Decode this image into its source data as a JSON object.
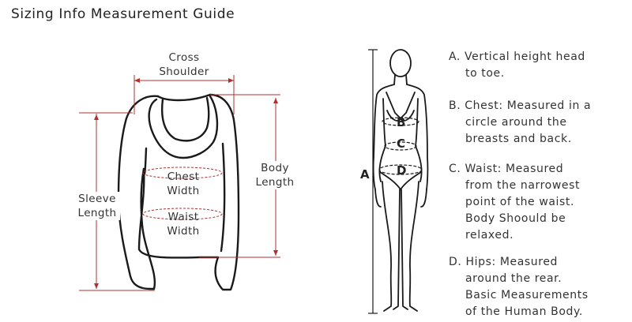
{
  "title": "Sizing Info Measurement Guide",
  "garment_labels": {
    "cross_shoulder": [
      "Cross",
      "Shoulder"
    ],
    "body_length": [
      "Body",
      "Length"
    ],
    "sleeve_length": [
      "Sleeve",
      "Length"
    ],
    "chest_width": [
      "Chest",
      "Width"
    ],
    "waist_width": [
      "Waist",
      "Width"
    ]
  },
  "figure_letters": {
    "a": "A",
    "b": "B",
    "c": "C",
    "d": "D"
  },
  "legend": {
    "a": [
      "A. Vertical height head",
      "to toe."
    ],
    "b": [
      "B. Chest: Measured in a",
      "circle around the",
      "breasts and back."
    ],
    "c": [
      "C. Waist: Measured",
      "from the narrowest",
      "point of the waist.",
      "Body Shoould be",
      "relaxed."
    ],
    "d": [
      "D. Hips: Measured",
      "around the rear.",
      "Basic Measurements",
      "of the Human Body."
    ]
  },
  "colors": {
    "guide_line": "#b03030",
    "outline": "#1a1a1a",
    "text": "#333333"
  }
}
